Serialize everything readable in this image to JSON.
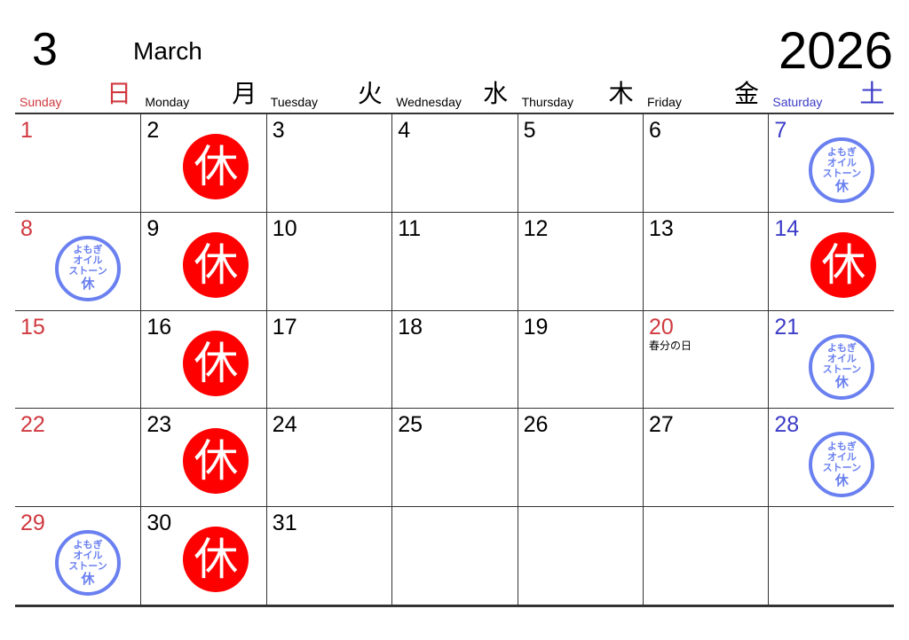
{
  "header": {
    "month_number": "3",
    "month_name": "March",
    "year": "2026"
  },
  "weekdays": [
    {
      "en": "Sunday",
      "jp": "日",
      "type": "sun"
    },
    {
      "en": "Monday",
      "jp": "月",
      "type": ""
    },
    {
      "en": "Tuesday",
      "jp": "火",
      "type": ""
    },
    {
      "en": "Wednesday",
      "jp": "水",
      "type": ""
    },
    {
      "en": "Thursday",
      "jp": "木",
      "type": ""
    },
    {
      "en": "Friday",
      "jp": "金",
      "type": ""
    },
    {
      "en": "Saturday",
      "jp": "土",
      "type": "sat"
    }
  ],
  "rest_mark": "休",
  "stamp": {
    "lines": [
      "よもぎ",
      "オイル",
      "ストーン"
    ],
    "mark": "休"
  },
  "colors": {
    "sunday": "#d0393f",
    "saturday": "#3c3cc8",
    "rest": "#ff0000",
    "stamp": "#6a80f0"
  },
  "weeks": [
    [
      {
        "day": "1"
      },
      {
        "day": "2",
        "mark": "rest"
      },
      {
        "day": "3"
      },
      {
        "day": "4"
      },
      {
        "day": "5"
      },
      {
        "day": "6"
      },
      {
        "day": "7",
        "mark": "stamp"
      }
    ],
    [
      {
        "day": "8",
        "mark": "stamp"
      },
      {
        "day": "9",
        "mark": "rest"
      },
      {
        "day": "10"
      },
      {
        "day": "11"
      },
      {
        "day": "12"
      },
      {
        "day": "13"
      },
      {
        "day": "14",
        "mark": "rest"
      }
    ],
    [
      {
        "day": "15"
      },
      {
        "day": "16",
        "mark": "rest"
      },
      {
        "day": "17"
      },
      {
        "day": "18"
      },
      {
        "day": "19"
      },
      {
        "day": "20",
        "holiday": "春分の日"
      },
      {
        "day": "21",
        "mark": "stamp"
      }
    ],
    [
      {
        "day": "22"
      },
      {
        "day": "23",
        "mark": "rest"
      },
      {
        "day": "24"
      },
      {
        "day": "25"
      },
      {
        "day": "26"
      },
      {
        "day": "27"
      },
      {
        "day": "28",
        "mark": "stamp"
      }
    ],
    [
      {
        "day": "29",
        "mark": "stamp"
      },
      {
        "day": "30",
        "mark": "rest"
      },
      {
        "day": "31"
      },
      {
        "day": ""
      },
      {
        "day": ""
      },
      {
        "day": ""
      },
      {
        "day": ""
      }
    ]
  ]
}
